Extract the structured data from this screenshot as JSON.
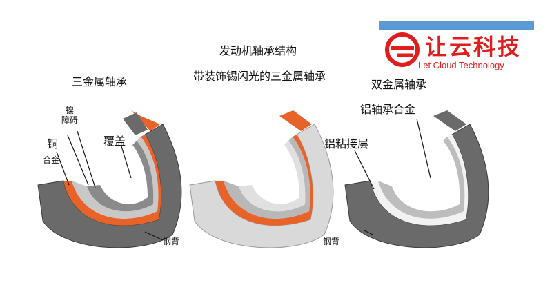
{
  "logo": {
    "name_cn": "让云科技",
    "name_en": "Let Cloud Technology",
    "bar_color": "#5b9bd5",
    "text_color": "#e01e1e"
  },
  "title": "发动机轴承结构",
  "bearing_left": {
    "title": "三金属轴承",
    "labels": {
      "nickel_barrier": "镍\n障碍",
      "copper": "铜",
      "alloy": "合金",
      "overlay": "覆盖",
      "steel_back": "钢背"
    }
  },
  "bearing_middle": {
    "title": "带装饰锡闪光的三金属轴承"
  },
  "bearing_right": {
    "title": "双金属轴承",
    "labels": {
      "aluminum_alloy": "铝轴承合金",
      "aluminum_bond": "铝粘接层",
      "steel_back": "钢背"
    }
  },
  "colors": {
    "steel": "#6a6a6a",
    "steel_dark": "#4a4a4a",
    "copper_layer": "#e8632a",
    "bearing_light": "#d9d9d9",
    "bearing_mid": "#a8a8a8",
    "white_layer": "#f2f2f2"
  }
}
